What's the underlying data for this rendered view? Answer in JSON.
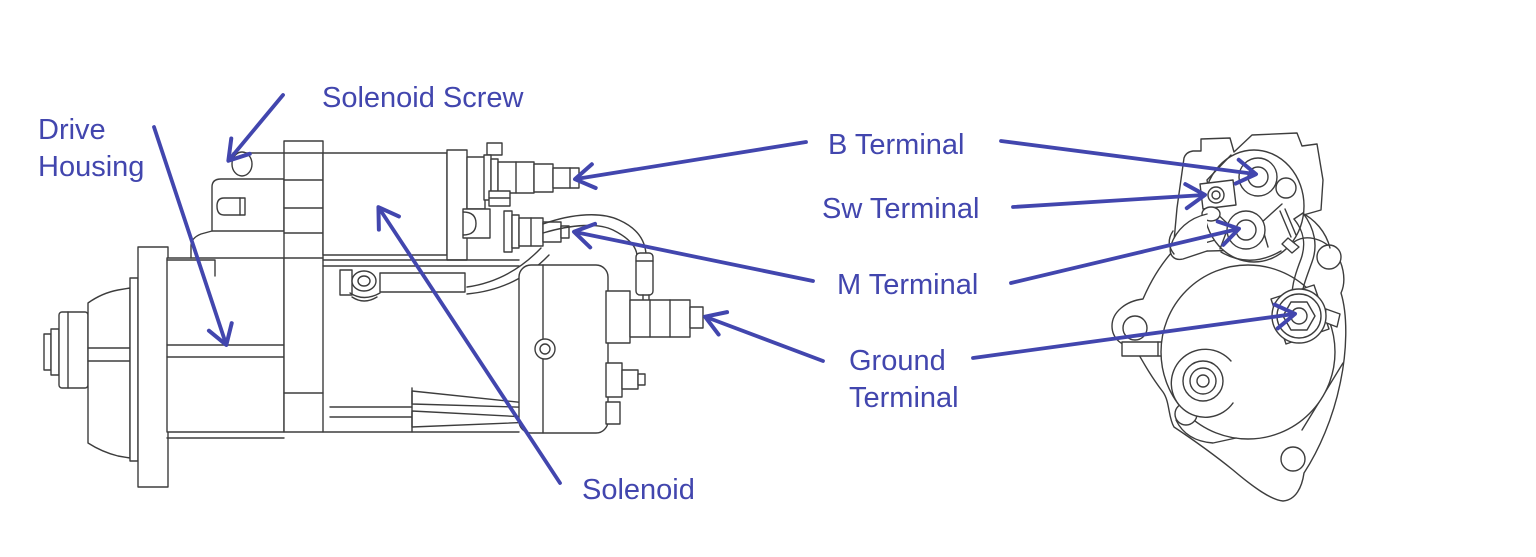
{
  "diagram": {
    "labels": {
      "solenoid_screw": "Solenoid Screw",
      "drive_housing": {
        "line1": "Drive",
        "line2": "Housing"
      },
      "b_terminal": "B Terminal",
      "sw_terminal": "Sw Terminal",
      "m_terminal": "M Terminal",
      "ground_terminal": {
        "line1": "Ground",
        "line2": "Terminal"
      },
      "solenoid": "Solenoid"
    },
    "colors": {
      "callout_blue": "#4246ae",
      "line_art_gray": "#3d3d3d",
      "background": "#ffffff"
    }
  }
}
